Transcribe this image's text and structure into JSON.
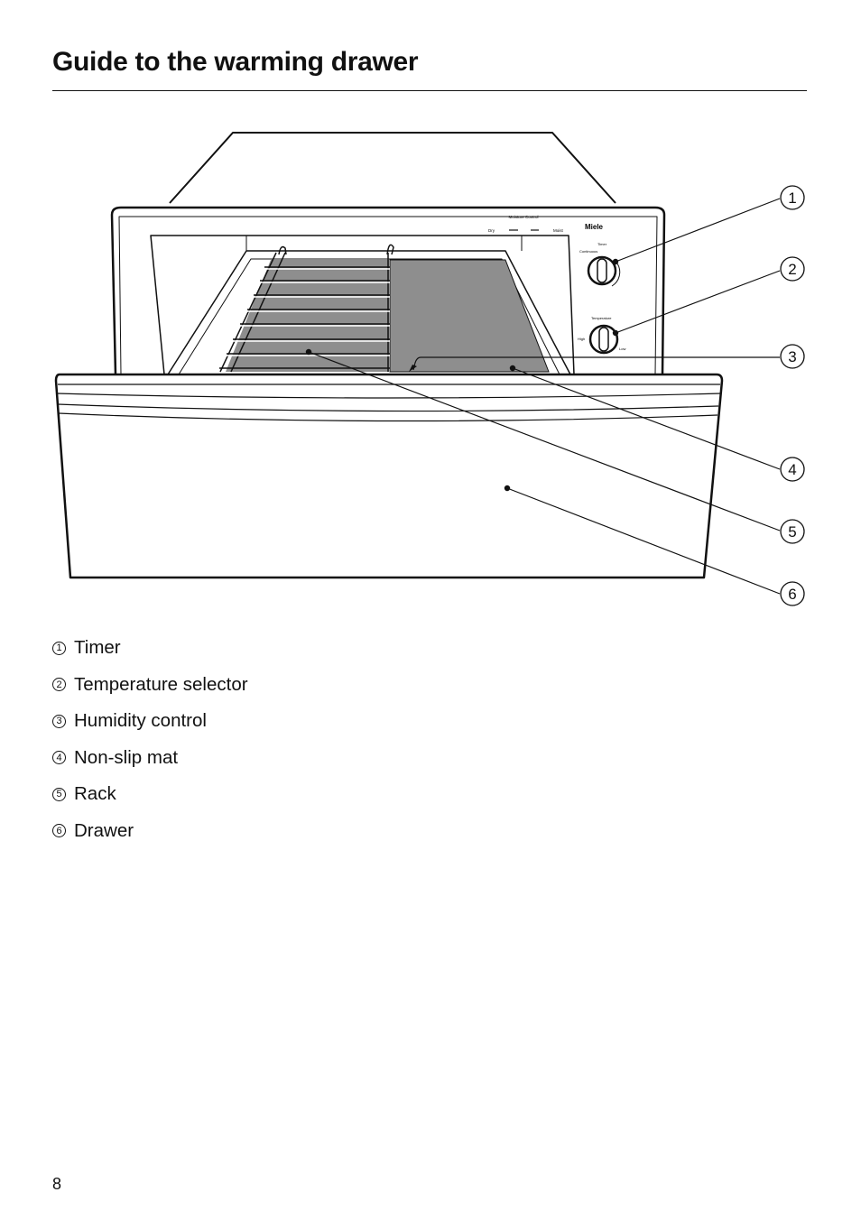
{
  "page": {
    "title": "Guide to the warming drawer",
    "number": "8"
  },
  "diagram": {
    "control_panel": {
      "moisture_control": "Moisture Control",
      "dry": "Dry",
      "moist": "Moist",
      "brand": "Miele",
      "timer": "Timer",
      "continuous": "Continuous",
      "temperature": "Temperature",
      "high": "High",
      "low": "Low"
    }
  },
  "legend": [
    {
      "number": "1",
      "label": "Timer"
    },
    {
      "number": "2",
      "label": "Temperature selector"
    },
    {
      "number": "3",
      "label": "Humidity control"
    },
    {
      "number": "4",
      "label": "Non-slip mat"
    },
    {
      "number": "5",
      "label": "Rack"
    },
    {
      "number": "6",
      "label": "Drawer"
    }
  ]
}
